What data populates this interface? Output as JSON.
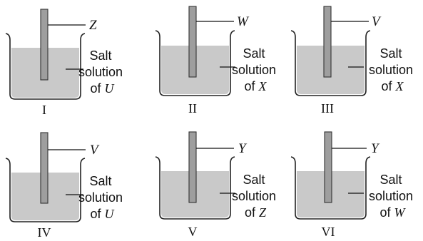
{
  "beakers": [
    {
      "roman": "I",
      "rod_metal": "Z",
      "line1": "Salt",
      "line2": "solution",
      "of_word": "of",
      "salt_metal": "U"
    },
    {
      "roman": "II",
      "rod_metal": "W",
      "line1": "Salt",
      "line2": "solution",
      "of_word": "of",
      "salt_metal": "X"
    },
    {
      "roman": "III",
      "rod_metal": "V",
      "line1": "Salt",
      "line2": "solution",
      "of_word": "of",
      "salt_metal": "X"
    },
    {
      "roman": "IV",
      "rod_metal": "V",
      "line1": "Salt",
      "line2": "solution",
      "of_word": "of",
      "salt_metal": "U"
    },
    {
      "roman": "V",
      "rod_metal": "Y",
      "line1": "Salt",
      "line2": "solution",
      "of_word": "of",
      "salt_metal": "Z"
    },
    {
      "roman": "VI",
      "rod_metal": "Y",
      "line1": "Salt",
      "line2": "solution",
      "of_word": "of",
      "salt_metal": "W"
    }
  ],
  "colors": {
    "solution": "#c9c9c9",
    "rod": "#9e9e9e",
    "outline": "#222222"
  }
}
